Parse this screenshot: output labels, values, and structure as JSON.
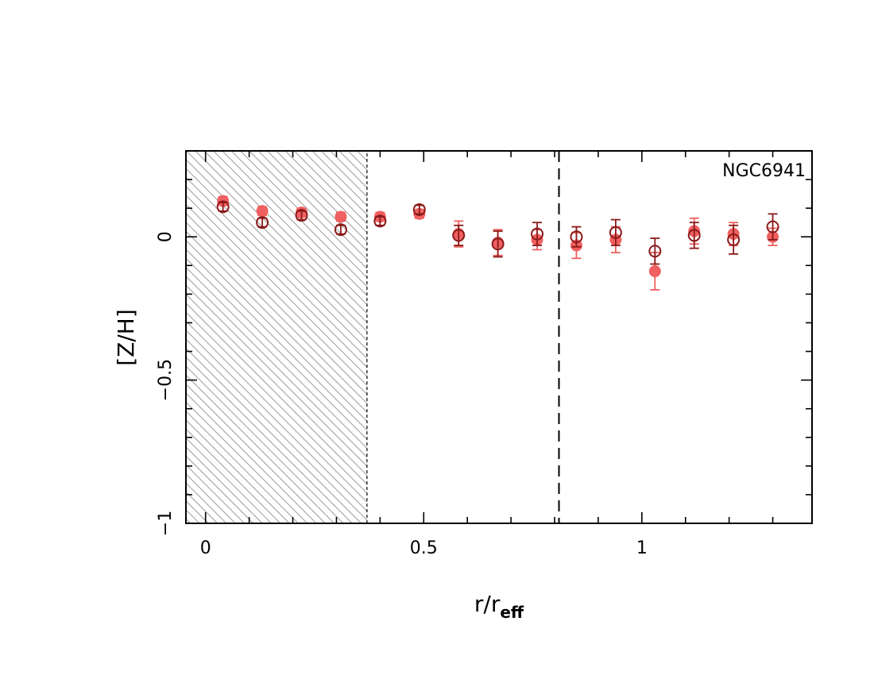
{
  "chart_data": {
    "type": "scatter",
    "title": "",
    "annotation": "NGC6941",
    "xlabel": "r/r",
    "xlabel_sub": "eff",
    "ylabel": "[Z/H]",
    "xlim": [
      -0.045,
      1.39
    ],
    "ylim": [
      -1.0,
      0.3
    ],
    "xticks": [
      0,
      0.5,
      1
    ],
    "xtick_labels": [
      "0",
      "0.5",
      "1"
    ],
    "yticks": [
      0,
      -0.5,
      -1
    ],
    "ytick_labels": [
      "0",
      "−0.5",
      "−1"
    ],
    "grid": false,
    "legend": "none",
    "shaded_region": {
      "x": [
        -0.045,
        0.37
      ]
    },
    "vline": 0.81,
    "series": [
      {
        "marker": "filled-circle",
        "color": "#f06060",
        "points": [
          {
            "x": 0.04,
            "y": 0.125,
            "err": 0.015
          },
          {
            "x": 0.13,
            "y": 0.09,
            "err": 0.015
          },
          {
            "x": 0.22,
            "y": 0.085,
            "err": 0.015
          },
          {
            "x": 0.31,
            "y": 0.07,
            "err": 0.015
          },
          {
            "x": 0.4,
            "y": 0.07,
            "err": 0.015
          },
          {
            "x": 0.49,
            "y": 0.08,
            "err": 0.015
          },
          {
            "x": 0.58,
            "y": 0.01,
            "err": 0.045
          },
          {
            "x": 0.67,
            "y": -0.02,
            "err": 0.045
          },
          {
            "x": 0.76,
            "y": -0.01,
            "err": 0.035
          },
          {
            "x": 0.85,
            "y": -0.03,
            "err": 0.045
          },
          {
            "x": 0.94,
            "y": -0.01,
            "err": 0.045
          },
          {
            "x": 1.03,
            "y": -0.12,
            "err": 0.065
          },
          {
            "x": 1.12,
            "y": 0.02,
            "err": 0.045
          },
          {
            "x": 1.21,
            "y": 0.01,
            "err": 0.04
          },
          {
            "x": 1.3,
            "y": 0.0,
            "err": 0.03
          }
        ]
      },
      {
        "marker": "open-circle",
        "color": "#8b1a1a",
        "points": [
          {
            "x": 0.04,
            "y": 0.105,
            "err": 0.015
          },
          {
            "x": 0.13,
            "y": 0.05,
            "err": 0.015
          },
          {
            "x": 0.22,
            "y": 0.075,
            "err": 0.015
          },
          {
            "x": 0.31,
            "y": 0.025,
            "err": 0.015
          },
          {
            "x": 0.4,
            "y": 0.055,
            "err": 0.015
          },
          {
            "x": 0.49,
            "y": 0.095,
            "err": 0.015
          },
          {
            "x": 0.58,
            "y": 0.005,
            "err": 0.035
          },
          {
            "x": 0.67,
            "y": -0.025,
            "err": 0.045
          },
          {
            "x": 0.76,
            "y": 0.01,
            "err": 0.04
          },
          {
            "x": 0.85,
            "y": 0.0,
            "err": 0.035
          },
          {
            "x": 0.94,
            "y": 0.015,
            "err": 0.045
          },
          {
            "x": 1.03,
            "y": -0.05,
            "err": 0.045
          },
          {
            "x": 1.12,
            "y": 0.005,
            "err": 0.045
          },
          {
            "x": 1.21,
            "y": -0.01,
            "err": 0.05
          },
          {
            "x": 1.3,
            "y": 0.035,
            "err": 0.045
          }
        ]
      }
    ]
  }
}
